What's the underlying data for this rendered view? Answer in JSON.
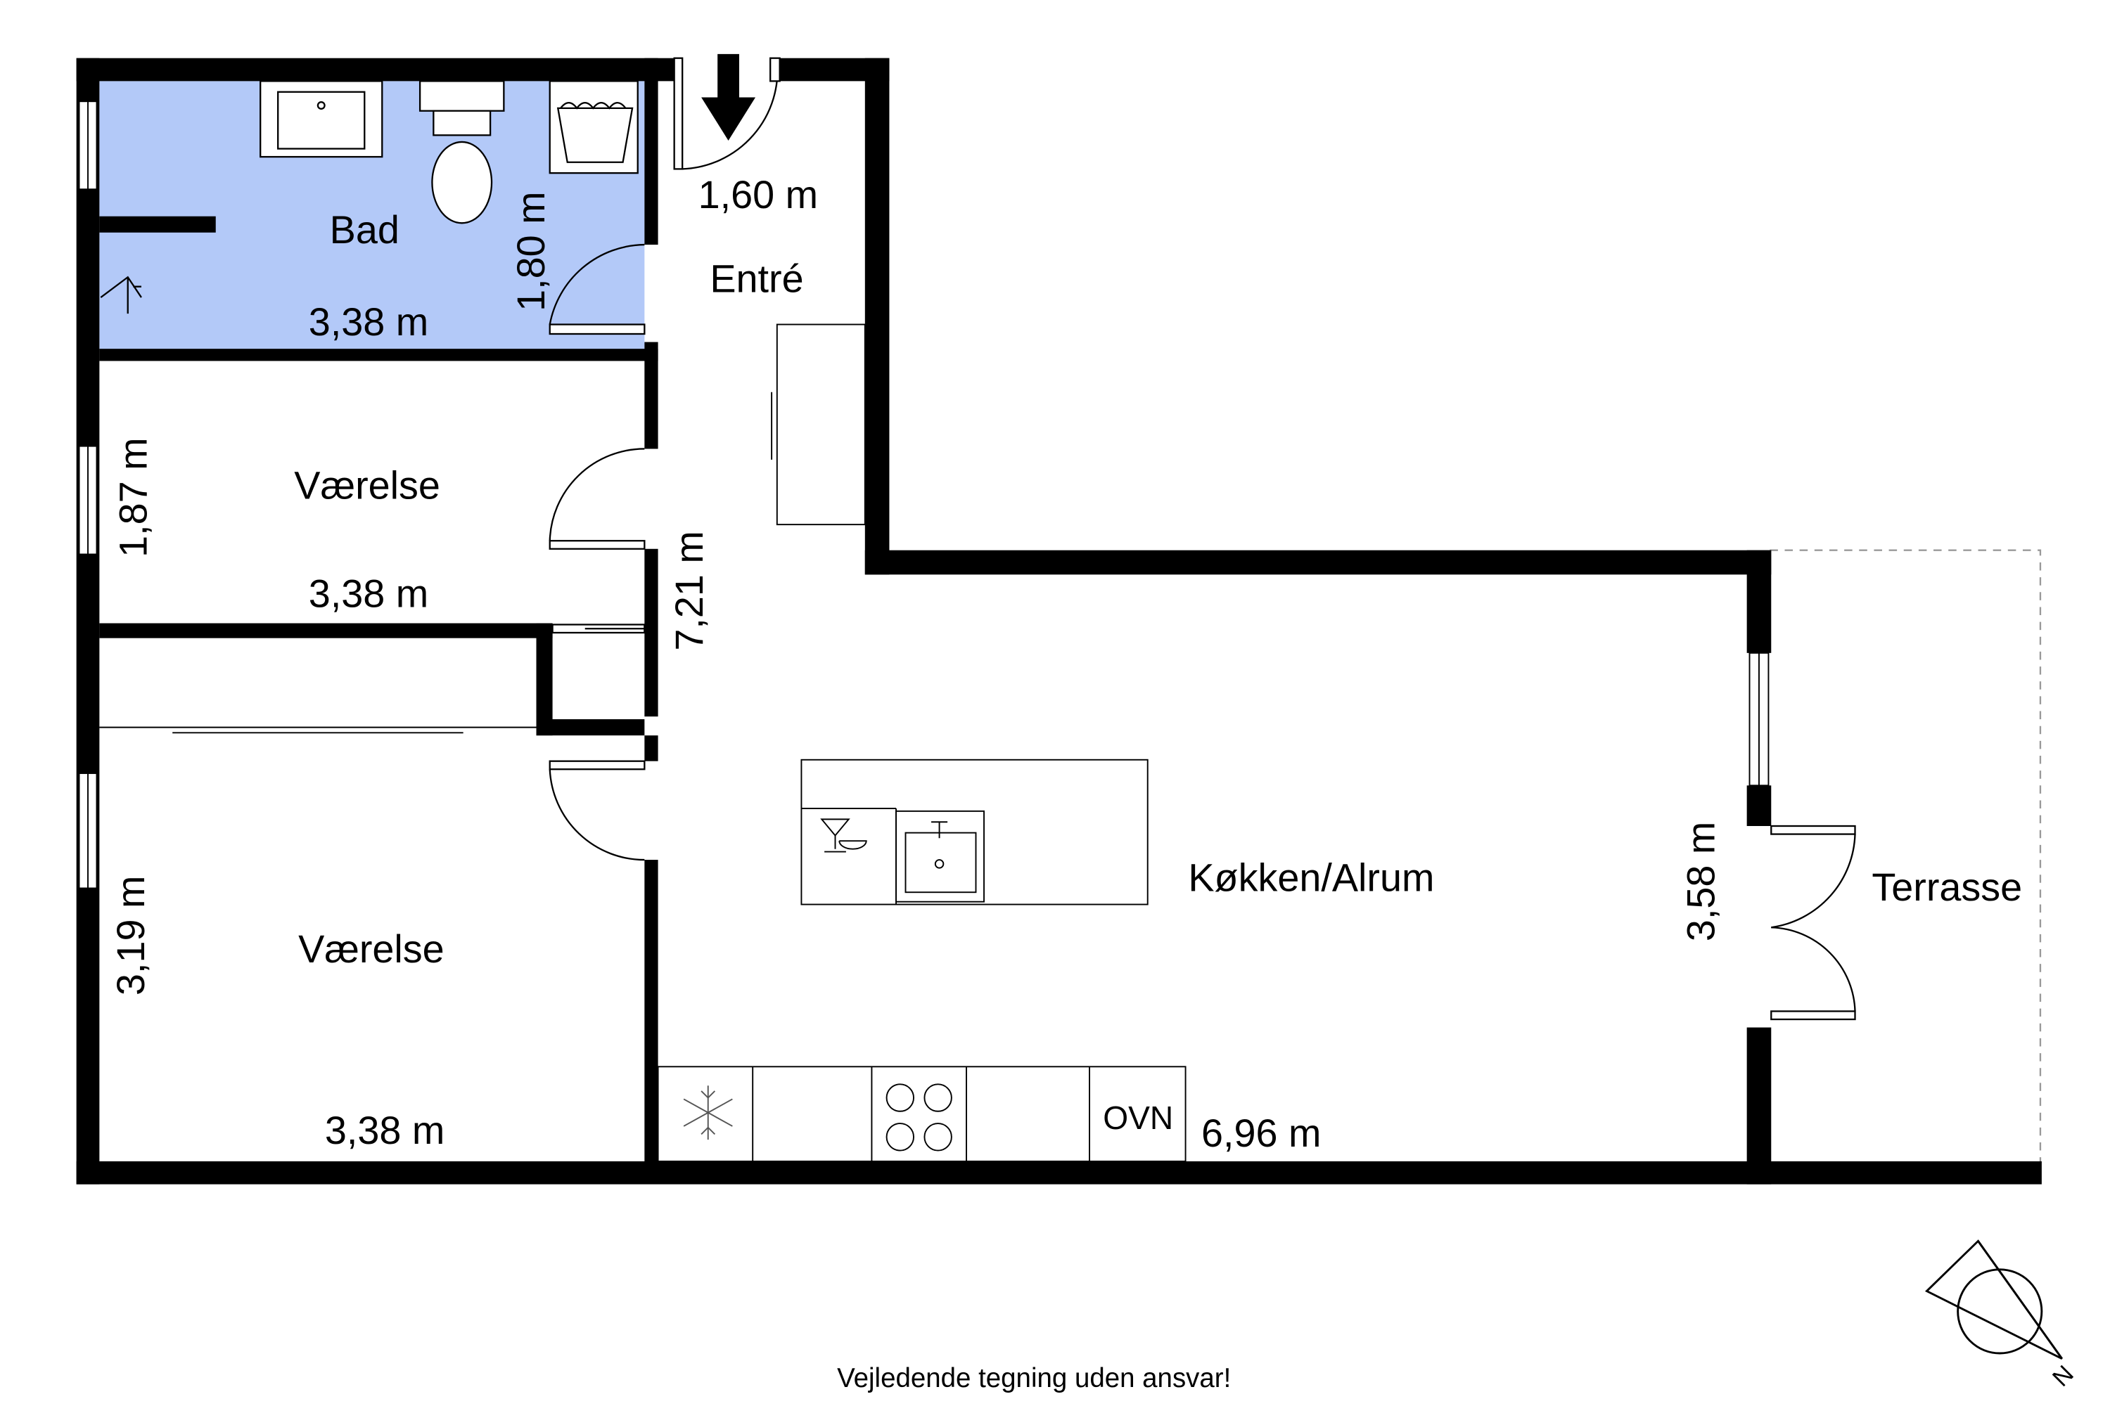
{
  "rooms": {
    "bad": {
      "name": "Bad",
      "width": "3,38 m",
      "depth": "1,80 m"
    },
    "entre": {
      "name": "Entré",
      "width": "1,60 m"
    },
    "vaerelse1": {
      "name": "Værelse",
      "depth": "1,87 m",
      "width": "3,38 m"
    },
    "vaerelse2": {
      "name": "Værelse",
      "depth": "3,19 m",
      "width": "3,38 m"
    },
    "koekken": {
      "name": "Køkken/Alrum",
      "length": "7,21 m",
      "width": "6,96 m",
      "depth": "3,58 m"
    },
    "terrasse": {
      "name": "Terrasse"
    }
  },
  "appliances": {
    "oven": "OVN"
  },
  "compass": {
    "north_label": "N"
  },
  "disclaimer": "Vejledende tegning uden ansvar!",
  "colors": {
    "wall": "#000000",
    "bathroom": "#b3c9f8",
    "fixture": "#000000"
  }
}
